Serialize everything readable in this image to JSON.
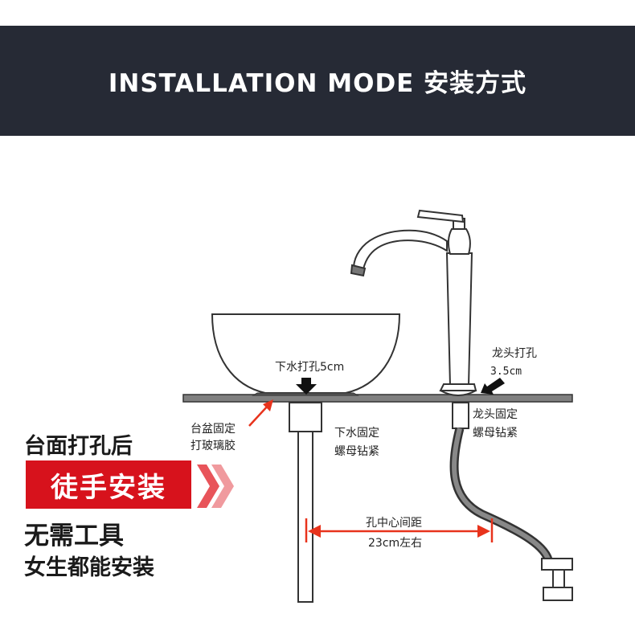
{
  "header": {
    "title": "INSTALLATION MODE 安装方式",
    "background": "#262a35"
  },
  "labels": {
    "drain_hole": "下水打孔5cm",
    "faucet_hole": "龙头打孔",
    "faucet_hole_size": "3.5cm",
    "basin_fix_1": "台盆固定",
    "basin_fix_2": "打玻璃胶",
    "drain_nut_1": "下水固定",
    "drain_nut_2": "螺母钻紧",
    "faucet_nut_1": "龙头固定",
    "faucet_nut_2": "螺母钻紧",
    "distance_1": "孔中心间距",
    "distance_2": "23cm左右"
  },
  "promo": {
    "line1": "台面打孔后",
    "badge": "徒手安装",
    "line3": "无需工具",
    "line4": "女生都能安装",
    "accent": "#d7121c"
  },
  "icons": [
    "down-arrow-icon",
    "diagonal-arrow-icon",
    "double-chevron-icon"
  ]
}
